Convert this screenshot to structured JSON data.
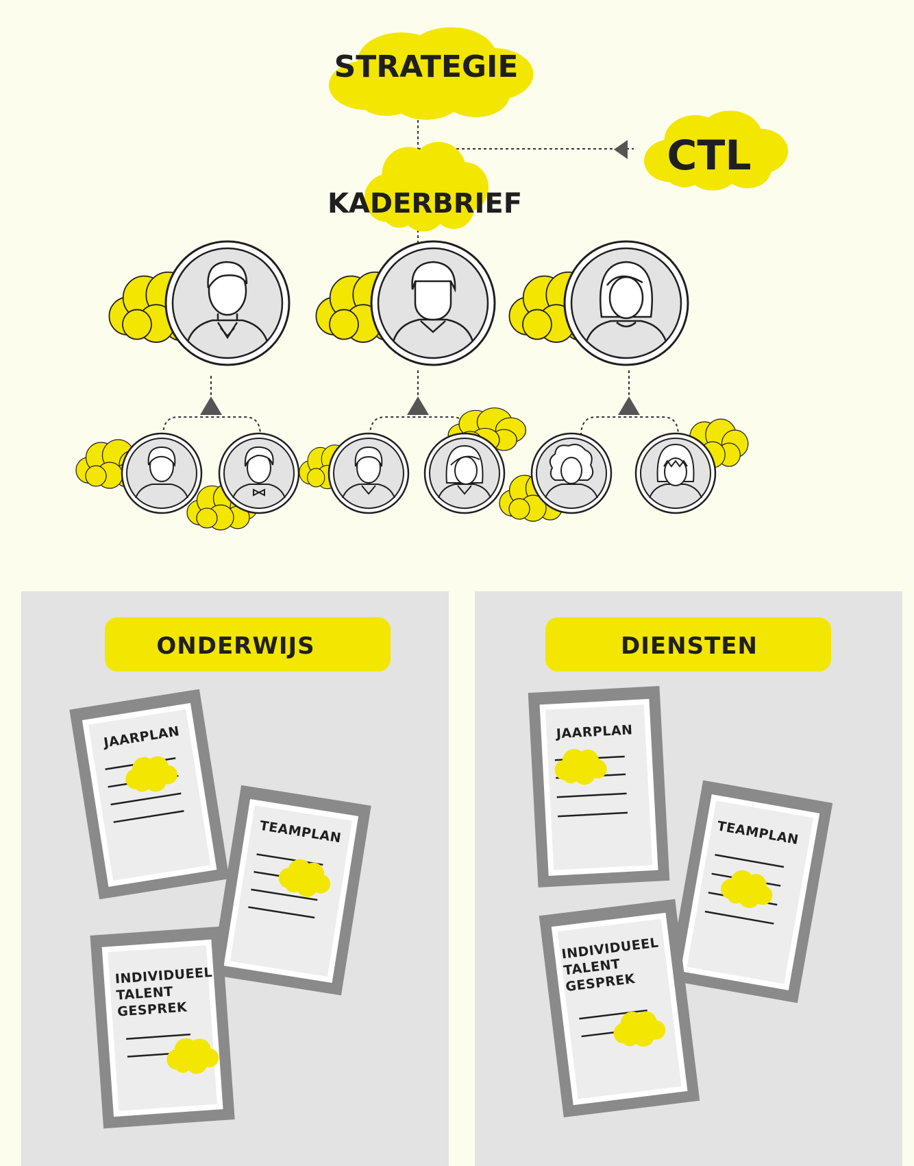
{
  "colors": {
    "background": "#fdfdee",
    "cloud": "#f3e600",
    "panel": "#e3e3e3",
    "ink": "#1f1f1f",
    "doc_frame": "#8a8a8a",
    "avatar_fill": "#e3e3e3"
  },
  "top": {
    "strategie": "STRATEGIE",
    "ctl": "CTL",
    "kaderbrief": "KADERBRIEF"
  },
  "avatars": {
    "managers": [
      "man-collar-icon",
      "man-sweater-icon",
      "woman-bob-icon"
    ],
    "team_members": [
      "man-tshirt-icon",
      "man-bowtie-icon",
      "man-vneck-icon",
      "woman-sidebangs-icon",
      "woman-curly-icon",
      "woman-fringe-icon"
    ]
  },
  "panels": {
    "onderwijs": {
      "title": "ONDERWIJS",
      "docs": {
        "jaarplan": "JAARPLAN",
        "teamplan": "TEAMPLAN",
        "talent_line1": "INDIVIDUEEL",
        "talent_line2": "TALENT",
        "talent_line3": "GESPREK"
      }
    },
    "diensten": {
      "title": "DIENSTEN",
      "docs": {
        "jaarplan": "JAARPLAN",
        "teamplan": "TEAMPLAN",
        "talent_line1": "INDIVIDUEEL",
        "talent_line2": "TALENT",
        "talent_line3": "GESPREK"
      }
    }
  }
}
